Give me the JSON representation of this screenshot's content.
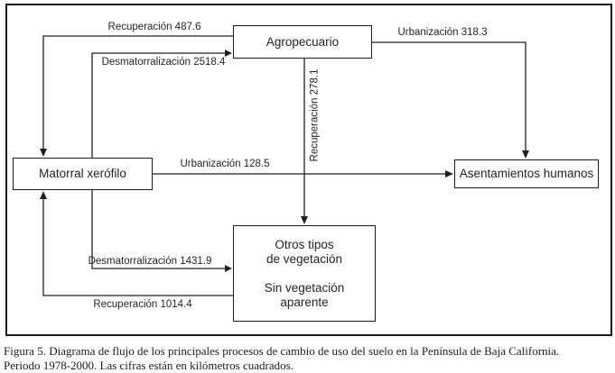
{
  "diagram": {
    "nodes": {
      "agropecuario": {
        "label": "Agropecuario"
      },
      "matorral_xerofilo": {
        "label": "Matorral xerófilo"
      },
      "asentamientos_humanos": {
        "label": "Asentamientos humanos"
      },
      "otros_tipos": {
        "line1": "Otros tipos",
        "line2": "de vegetación",
        "line3": "Sin vegetación",
        "line4": "aparente"
      }
    },
    "edges": {
      "recuperacion_487": {
        "label": "Recuperación 487.6",
        "value": 487.6,
        "from": "Agropecuario",
        "to": "Matorral xerófilo"
      },
      "desmatorralizacion_2518": {
        "label": "Desmatorralización 2518.4",
        "value": 2518.4,
        "from": "Matorral xerófilo",
        "to": "Agropecuario"
      },
      "urbanizacion_318": {
        "label": "Urbanización 318.3",
        "value": 318.3,
        "from": "Agropecuario",
        "to": "Asentamientos humanos"
      },
      "recuperacion_278": {
        "label": "Recuperación 278.1",
        "value": 278.1,
        "from": "Agropecuario",
        "to": "Otros tipos de vegetación / Sin vegetación aparente"
      },
      "urbanizacion_128": {
        "label": "Urbanización 128.5",
        "value": 128.5,
        "from": "Matorral xerófilo",
        "to": "Asentamientos humanos"
      },
      "desmatorralizacion_1431": {
        "label": "Desmatorralización 1431.9",
        "value": 1431.9,
        "from": "Matorral xerófilo",
        "to": "Otros tipos de vegetación / Sin vegetación aparente"
      },
      "recuperacion_1014": {
        "label": "Recuperación 1014.4",
        "value": 1014.4,
        "from": "Otros tipos de vegetación / Sin vegetación aparente",
        "to": "Matorral xerófilo"
      }
    },
    "colors": {
      "line": "#231f20",
      "background": "#ffffff"
    }
  },
  "caption": {
    "line1": "Figura 5. Diagrama de flujo de los principales procesos de cambio de uso del suelo en la Península de Baja California.",
    "line2": "Periodo 1978-2000. Las cifras están en kilómetros cuadrados."
  }
}
